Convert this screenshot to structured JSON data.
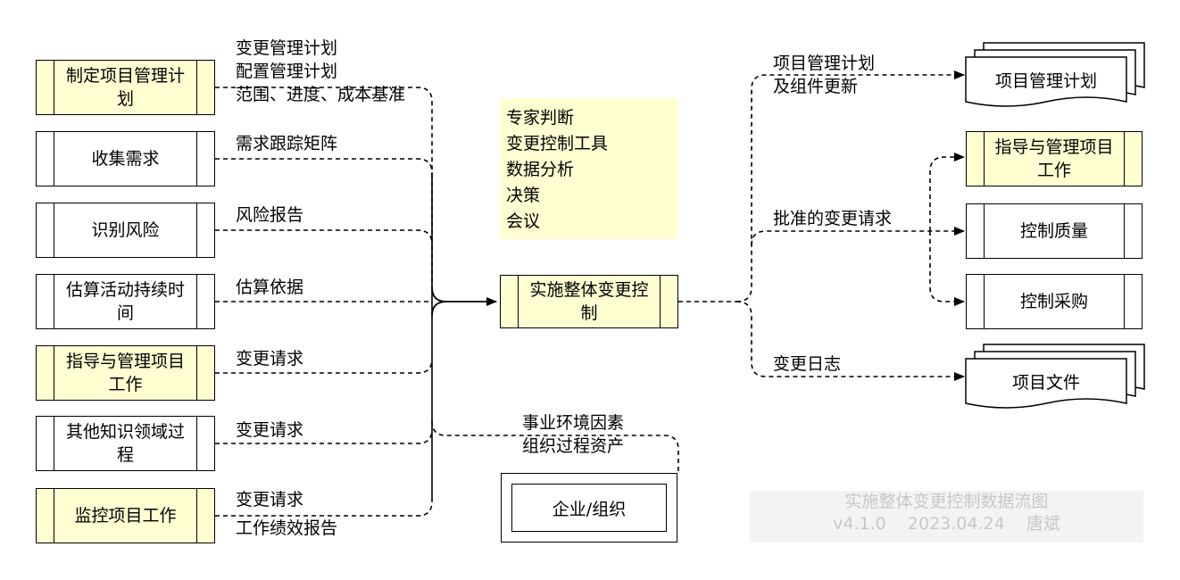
{
  "diagram": {
    "inputs": [
      {
        "id": "in1",
        "text": "制定项目管理计划",
        "highlight": true
      },
      {
        "id": "in2",
        "text": "收集需求",
        "highlight": false
      },
      {
        "id": "in3",
        "text": "识别风险",
        "highlight": false
      },
      {
        "id": "in4",
        "text": "估算活动持续时间",
        "highlight": false
      },
      {
        "id": "in5",
        "text": "指导与管理项目工作",
        "highlight": true
      },
      {
        "id": "in6",
        "text": "其他知识领域过程",
        "highlight": false
      },
      {
        "id": "in7",
        "text": "监控项目工作",
        "highlight": true
      }
    ],
    "input_labels": {
      "in1": [
        "变更管理计划",
        "配置管理计划",
        "范围、进度、成本基准"
      ],
      "in2": [
        "需求跟踪矩阵"
      ],
      "in3": [
        "风险报告"
      ],
      "in4": [
        "估算依据"
      ],
      "in5": [
        "变更请求"
      ],
      "in6": [
        "变更请求"
      ],
      "in7": [
        "变更请求",
        "工作绩效报告"
      ]
    },
    "center": {
      "text": "实施整体变更控制"
    },
    "tools": [
      "专家判断",
      "变更控制工具",
      "数据分析",
      "决策",
      "会议"
    ],
    "environment": {
      "labels": [
        "事业环境因素",
        "组织过程资产"
      ],
      "box": "企业/组织"
    },
    "outputs": {
      "plan_doc": "项目管理计划",
      "plan_label": [
        "项目管理计划",
        "及组件更新"
      ],
      "direct_work": "指导与管理项目工作",
      "quality": "控制质量",
      "procurement": "控制采购",
      "approved_label": "批准的变更请求",
      "project_docs": "项目文件",
      "log_label": "变更日志"
    },
    "watermark": {
      "title": "实施整体变更控制数据流图",
      "version": "v4.1.0",
      "date": "2023.04.24",
      "author": "唐斌"
    },
    "colors": {
      "highlight": "#ffffd2",
      "line": "#000000",
      "watermark_bg": "#f3f3f3",
      "watermark_text": "#c8c8c8"
    }
  }
}
